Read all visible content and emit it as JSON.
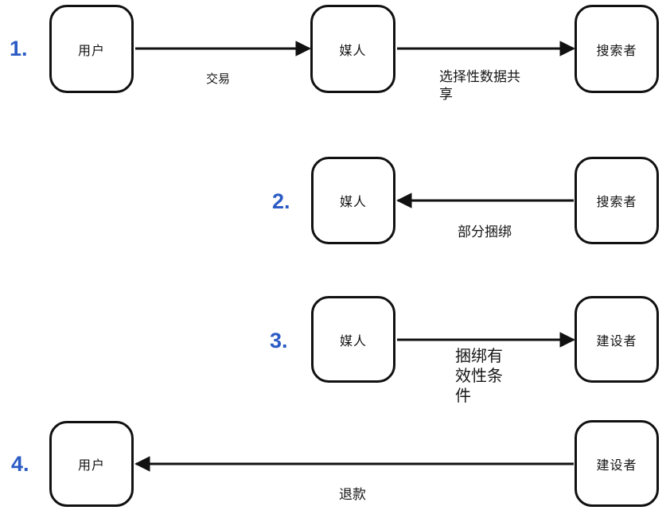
{
  "diagram": {
    "background_color": "#ffffff",
    "line_color": "#111111",
    "step_number_color": "#2b5bc4",
    "rows": [
      {
        "number": "1.",
        "nodes": [
          {
            "label": "用户"
          },
          {
            "label": "媒人"
          },
          {
            "label": "搜索者"
          }
        ],
        "edges": [
          {
            "label": "交易",
            "direction": "right"
          },
          {
            "label": "选择性数据共\n享",
            "direction": "right"
          }
        ]
      },
      {
        "number": "2.",
        "nodes": [
          {
            "label": "媒人"
          },
          {
            "label": "搜索者"
          }
        ],
        "edges": [
          {
            "label": "部分捆绑",
            "direction": "left"
          }
        ]
      },
      {
        "number": "3.",
        "nodes": [
          {
            "label": "媒人"
          },
          {
            "label": "建设者"
          }
        ],
        "edges": [
          {
            "label": "捆绑有\n效性条\n件",
            "direction": "right"
          }
        ]
      },
      {
        "number": "4.",
        "nodes": [
          {
            "label": "用户"
          },
          {
            "label": "建设者"
          }
        ],
        "edges": [
          {
            "label": "退款",
            "direction": "left"
          }
        ]
      }
    ]
  }
}
